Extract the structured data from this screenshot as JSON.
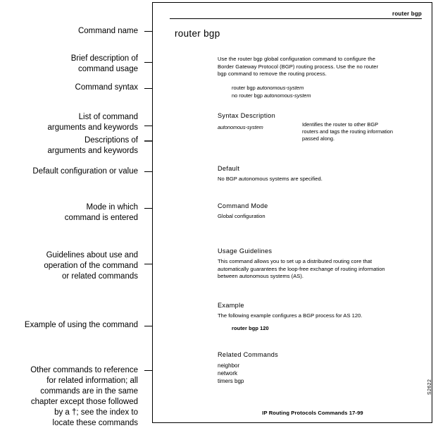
{
  "figure": {
    "id_label": "S2622",
    "frame_border_color": "#000000",
    "background_color": "#ffffff"
  },
  "callouts": [
    {
      "name": "command-name",
      "text": "Command name"
    },
    {
      "name": "brief-description",
      "text": "Brief description of\ncommand usage"
    },
    {
      "name": "command-syntax",
      "text": "Command syntax"
    },
    {
      "name": "argument-list",
      "text": "List of command\narguments and keywords"
    },
    {
      "name": "argument-descriptions",
      "text": "Descriptions of\narguments and keywords"
    },
    {
      "name": "default-value",
      "text": "Default configuration or value"
    },
    {
      "name": "command-mode",
      "text": "Mode in which\ncommand is entered"
    },
    {
      "name": "usage-guidelines",
      "text": "Guidelines about use and\noperation of the command\nor related commands"
    },
    {
      "name": "example",
      "text": "Example of using the command"
    },
    {
      "name": "related-commands",
      "text": "Other commands to reference\nfor related information; all\ncommands are in the same\nchapter except those followed\nby a †; see the index to\nlocate these commands"
    }
  ],
  "document": {
    "running_head": "router bgp",
    "command_title": "router bgp",
    "description": "Use the router bgp global configuration command to configure the\nBorder Gateway Protocol (BGP) routing process. Use the no router\nbgp command to remove the routing process.",
    "syntax": {
      "line1_pre": "router bgp ",
      "line1_arg": "autonomous-system",
      "line2_pre": "no router bgp ",
      "line2_arg": "autonomous-system"
    },
    "syntax_description": {
      "heading": "Syntax Description",
      "term": "autonomous-system",
      "definition": "Identifies the router to other BGP\nrouters and tags the routing information\npassed along."
    },
    "default": {
      "heading": "Default",
      "body": "No BGP autonomous systems are specified."
    },
    "command_mode": {
      "heading": "Command Mode",
      "body": "Global configuration"
    },
    "usage_guidelines": {
      "heading": "Usage Guidelines",
      "body": "This command allows you to set up a distributed routing core that\nautomatically guarantees the loop-free exchange of routing information\nbetween autonomous systems (AS)."
    },
    "example": {
      "heading": "Example",
      "body": "The following example configures a BGP process for AS 120.",
      "code": "router bgp 120"
    },
    "related_commands": {
      "heading": "Related Commands",
      "items": "neighbor\nnetwork\ntimers bgp"
    },
    "footer": "IP Routing Protocols Commands  17-99"
  }
}
